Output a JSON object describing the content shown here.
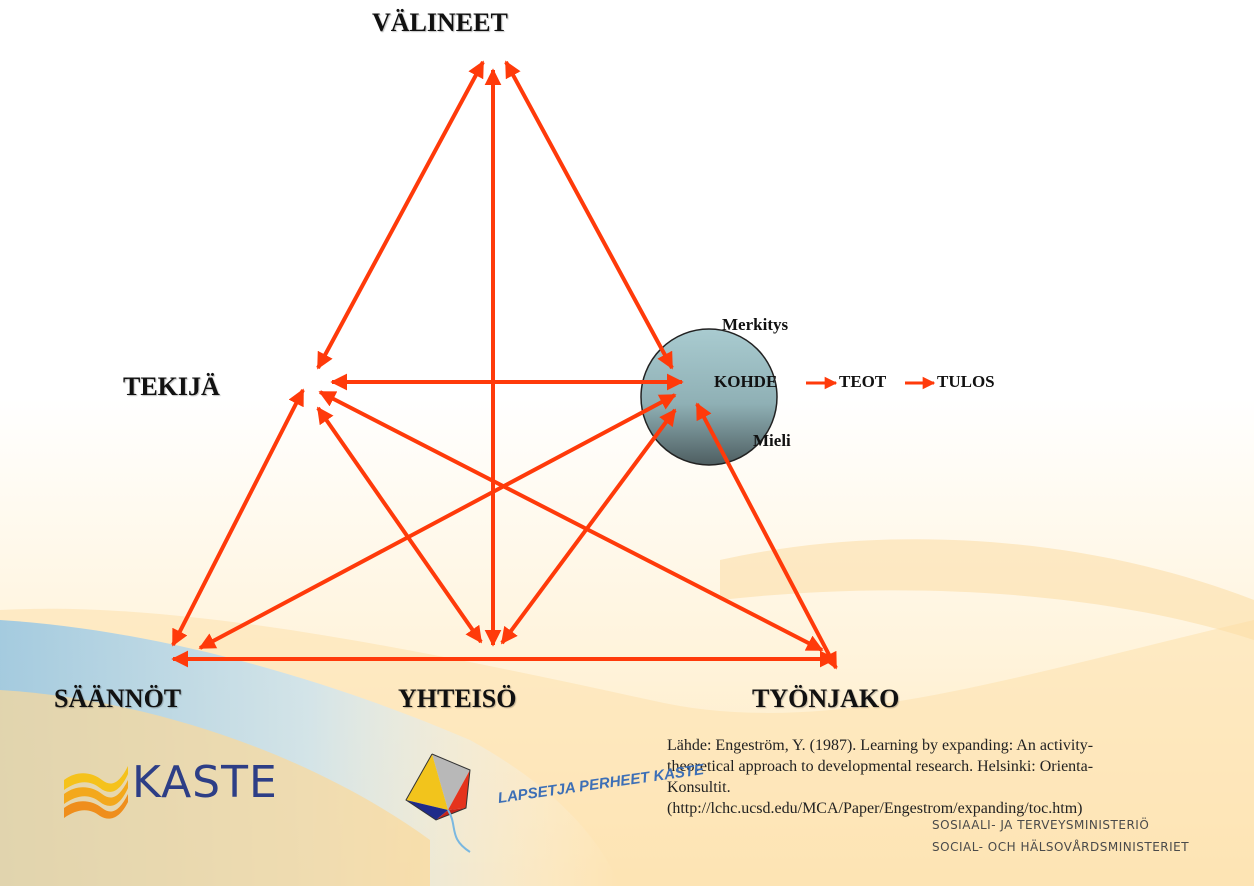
{
  "colors": {
    "arrow": "#ff3a0a",
    "circle_top": "#a9cbd0",
    "circle_bottom": "#4e5e61",
    "logo_blue": "#2d3e86"
  },
  "nodes": {
    "tools": "VÄLINEET",
    "subject": "TEKIJÄ",
    "rules": "SÄÄNNÖT",
    "community": "YHTEISÖ",
    "division": "TYÖNJAKO"
  },
  "object": {
    "meaning": "Merkitys",
    "label": "KOHDE",
    "sense": "Mieli",
    "actions": "TEOT",
    "outcome": "TULOS"
  },
  "source": {
    "line1": "Lähde: Engeström, Y. (1987). Learning by expanding: An activity-",
    "line2": "theoretical approach to developmental research. Helsinki: Orienta-",
    "line3": "Konsultit.",
    "line4": "(http://lchc.ucsd.edu/MCA/Paper/Engestrom/expanding/toc.htm)"
  },
  "logos": {
    "kaste": "KASTE",
    "kite": "LAPSETJA PERHEET KASTE",
    "ministry_fi": "SOSIAALI- JA TERVEYSMINISTERIÖ",
    "ministry_sv": "SOCIAL- OCH HÄLSOVÅRDSMINISTERIET"
  }
}
